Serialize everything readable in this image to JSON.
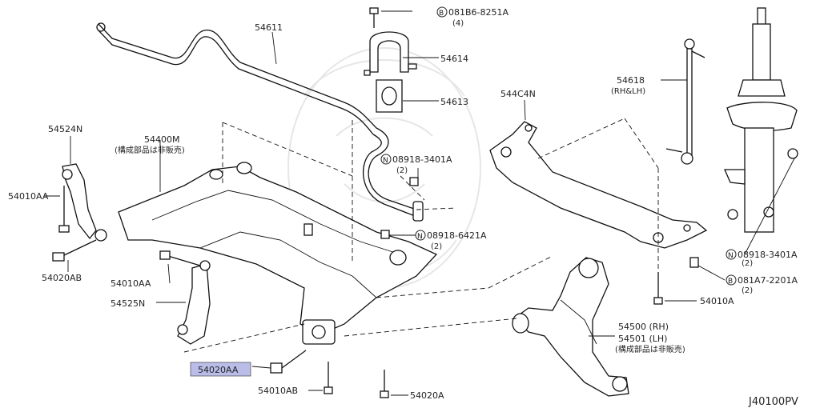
{
  "diagram": {
    "code": "J40100PV",
    "highlight_color": "#b9bde8",
    "labels": {
      "p54611": "54611",
      "p54614": "54614",
      "p54613": "54613",
      "bolt_top": "081B6-8251A",
      "bolt_top_qty": "(4)",
      "bolt_top_prefix": "B",
      "p54618": "54618",
      "p54618_sub": "(RH&LH)",
      "p544C4N": "544C4N",
      "p54524N": "54524N",
      "p54400M": "54400M",
      "p54400M_sub": "(構成部品は非販売)",
      "nut_3401_mid": "08918-3401A",
      "nut_3401_mid_qty": "(2)",
      "nut_3401_prefix": "N",
      "p54010AA_left": "54010AA",
      "nut_6421": "08918-6421A",
      "nut_6421_qty": "(2)",
      "nut_6421_prefix": "N",
      "p54020AB": "54020AB",
      "p54010AA_mid": "54010AA",
      "p54525N": "54525N",
      "nut_3401_right": "08918-3401A",
      "nut_3401_right_qty": "(2)",
      "nut_3401_right_prefix": "N",
      "bolt_right": "081A7-2201A",
      "bolt_right_qty": "(2)",
      "bolt_right_prefix": "B",
      "p54010A": "54010A",
      "p54500": "54500 (RH)",
      "p54501": "54501 (LH)",
      "p54501_sub": "(構成部品は非販売)",
      "p54020AA": "54020AA",
      "p54010AB": "54010AB",
      "p54020A": "54020A"
    }
  }
}
